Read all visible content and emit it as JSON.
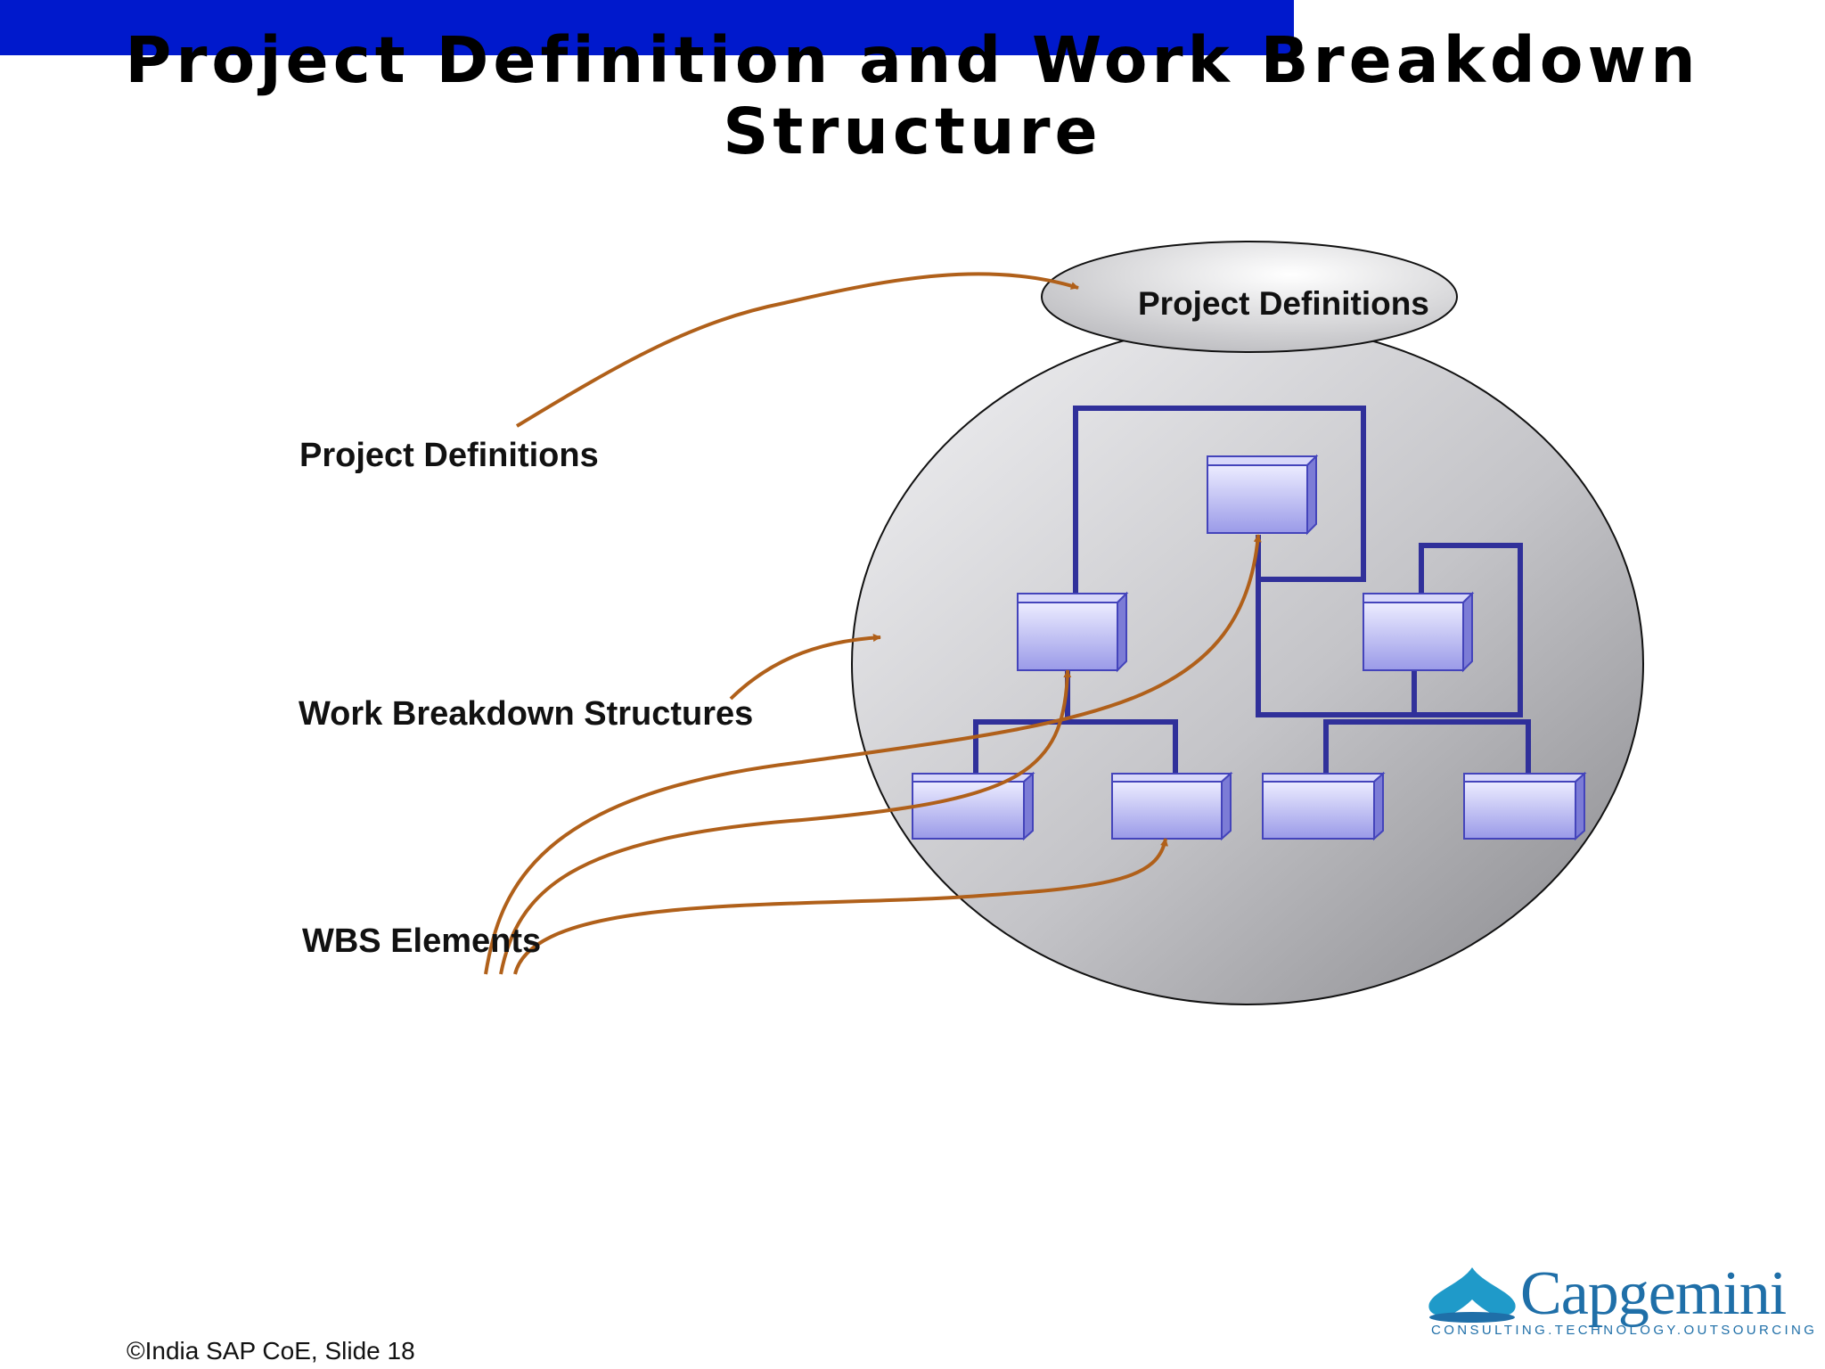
{
  "title": {
    "line1": "Project Definition and Work Breakdown",
    "line2": "Structure"
  },
  "diagram": {
    "top_ellipse_label": "Project Definitions",
    "labels": {
      "project_definitions": "Project Definitions",
      "work_breakdown_structures": "Work Breakdown Structures",
      "wbs_elements": "WBS Elements"
    }
  },
  "footer": {
    "slide_info": "©India SAP CoE, Slide 18"
  },
  "logo": {
    "name": "Capgemini",
    "tagline": "CONSULTING.TECHNOLOGY.OUTSOURCING"
  },
  "colors": {
    "title_bar": "#0019cc",
    "arrow": "#b0601a",
    "tree_line": "#30309a",
    "box_fill": "#a8a8ee",
    "logo": "#1f6fa8"
  }
}
